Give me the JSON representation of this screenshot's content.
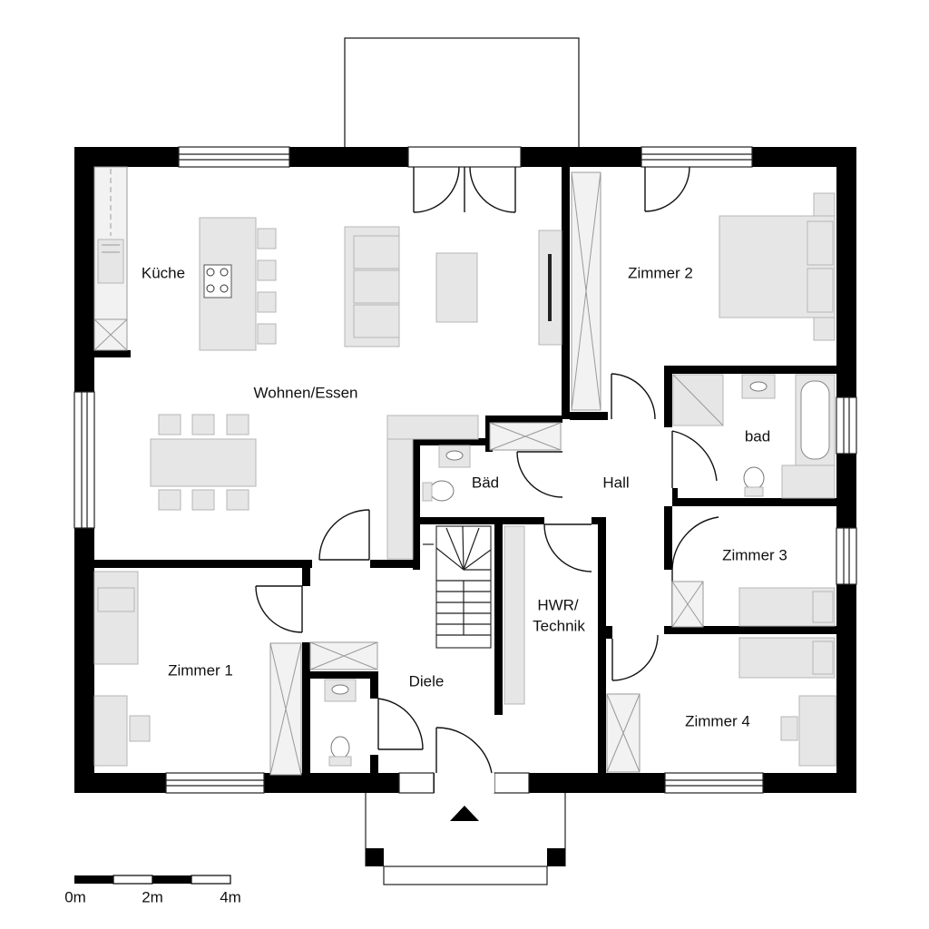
{
  "rooms": {
    "kueche": "Küche",
    "wohnen": "Wohnen/Essen",
    "zimmer2": "Zimmer 2",
    "bad": "bad",
    "baed": "Bäd",
    "hall": "Hall",
    "zimmer3": "Zimmer 3",
    "zimmer1": "Zimmer 1",
    "diele": "Diele",
    "hwr_line1": "HWR/",
    "hwr_line2": "Technik",
    "zimmer4": "Zimmer 4"
  },
  "scale": {
    "label_0": "0m",
    "label_2": "2m",
    "label_4": "4m"
  },
  "icons": {
    "entrance": "entrance-arrow-icon"
  },
  "colors": {
    "wall": "#000000",
    "furniture": "#e6e6e6",
    "background": "#ffffff"
  }
}
